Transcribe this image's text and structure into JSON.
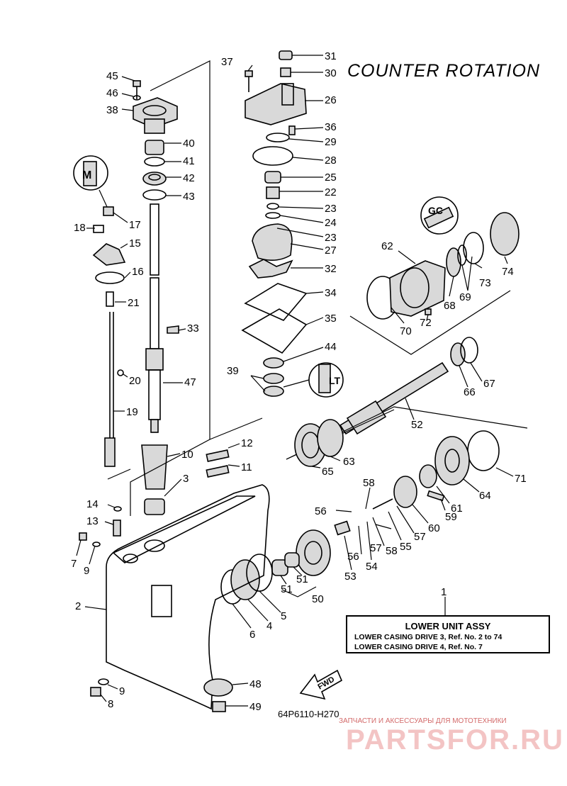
{
  "diagram": {
    "title": "COUNTER  ROTATION",
    "drawing_code": "64P6110-H270",
    "assembly_box": {
      "ref": "1",
      "title": "LOWER UNIT ASSY",
      "rows": [
        "LOWER CASING DRIVE 3,  Ref. No. 2 to 74",
        "LOWER CASING DRIVE 4,  Ref. No. 7"
      ]
    },
    "fwd_label": "FWD",
    "watermark": {
      "tagline": "ЗАПЧАСТИ И АКСЕССУАРЫ ДЛЯ МОТОТЕХНИКИ",
      "brand": "PARTSFOR.RU"
    },
    "icons": [
      "grease-m-icon",
      "grease-gc-icon",
      "sealant-lt-icon"
    ],
    "callouts": [
      "45",
      "46",
      "38",
      "40",
      "41",
      "42",
      "43",
      "17",
      "18",
      "15",
      "16",
      "21",
      "20",
      "19",
      "47",
      "33",
      "37",
      "31",
      "30",
      "26",
      "36",
      "29",
      "28",
      "25",
      "22",
      "23",
      "24",
      "23",
      "27",
      "32",
      "34",
      "35",
      "44",
      "39",
      "62",
      "74",
      "73",
      "69",
      "68",
      "72",
      "70",
      "67",
      "66",
      "52",
      "12",
      "11",
      "10",
      "3",
      "14",
      "13",
      "7",
      "9",
      "2",
      "63",
      "65",
      "71",
      "64",
      "58",
      "56",
      "61",
      "59",
      "60",
      "57",
      "55",
      "58",
      "57",
      "56",
      "54",
      "53",
      "51",
      "51",
      "50",
      "5",
      "4",
      "6",
      "48",
      "49",
      "9",
      "8"
    ]
  }
}
